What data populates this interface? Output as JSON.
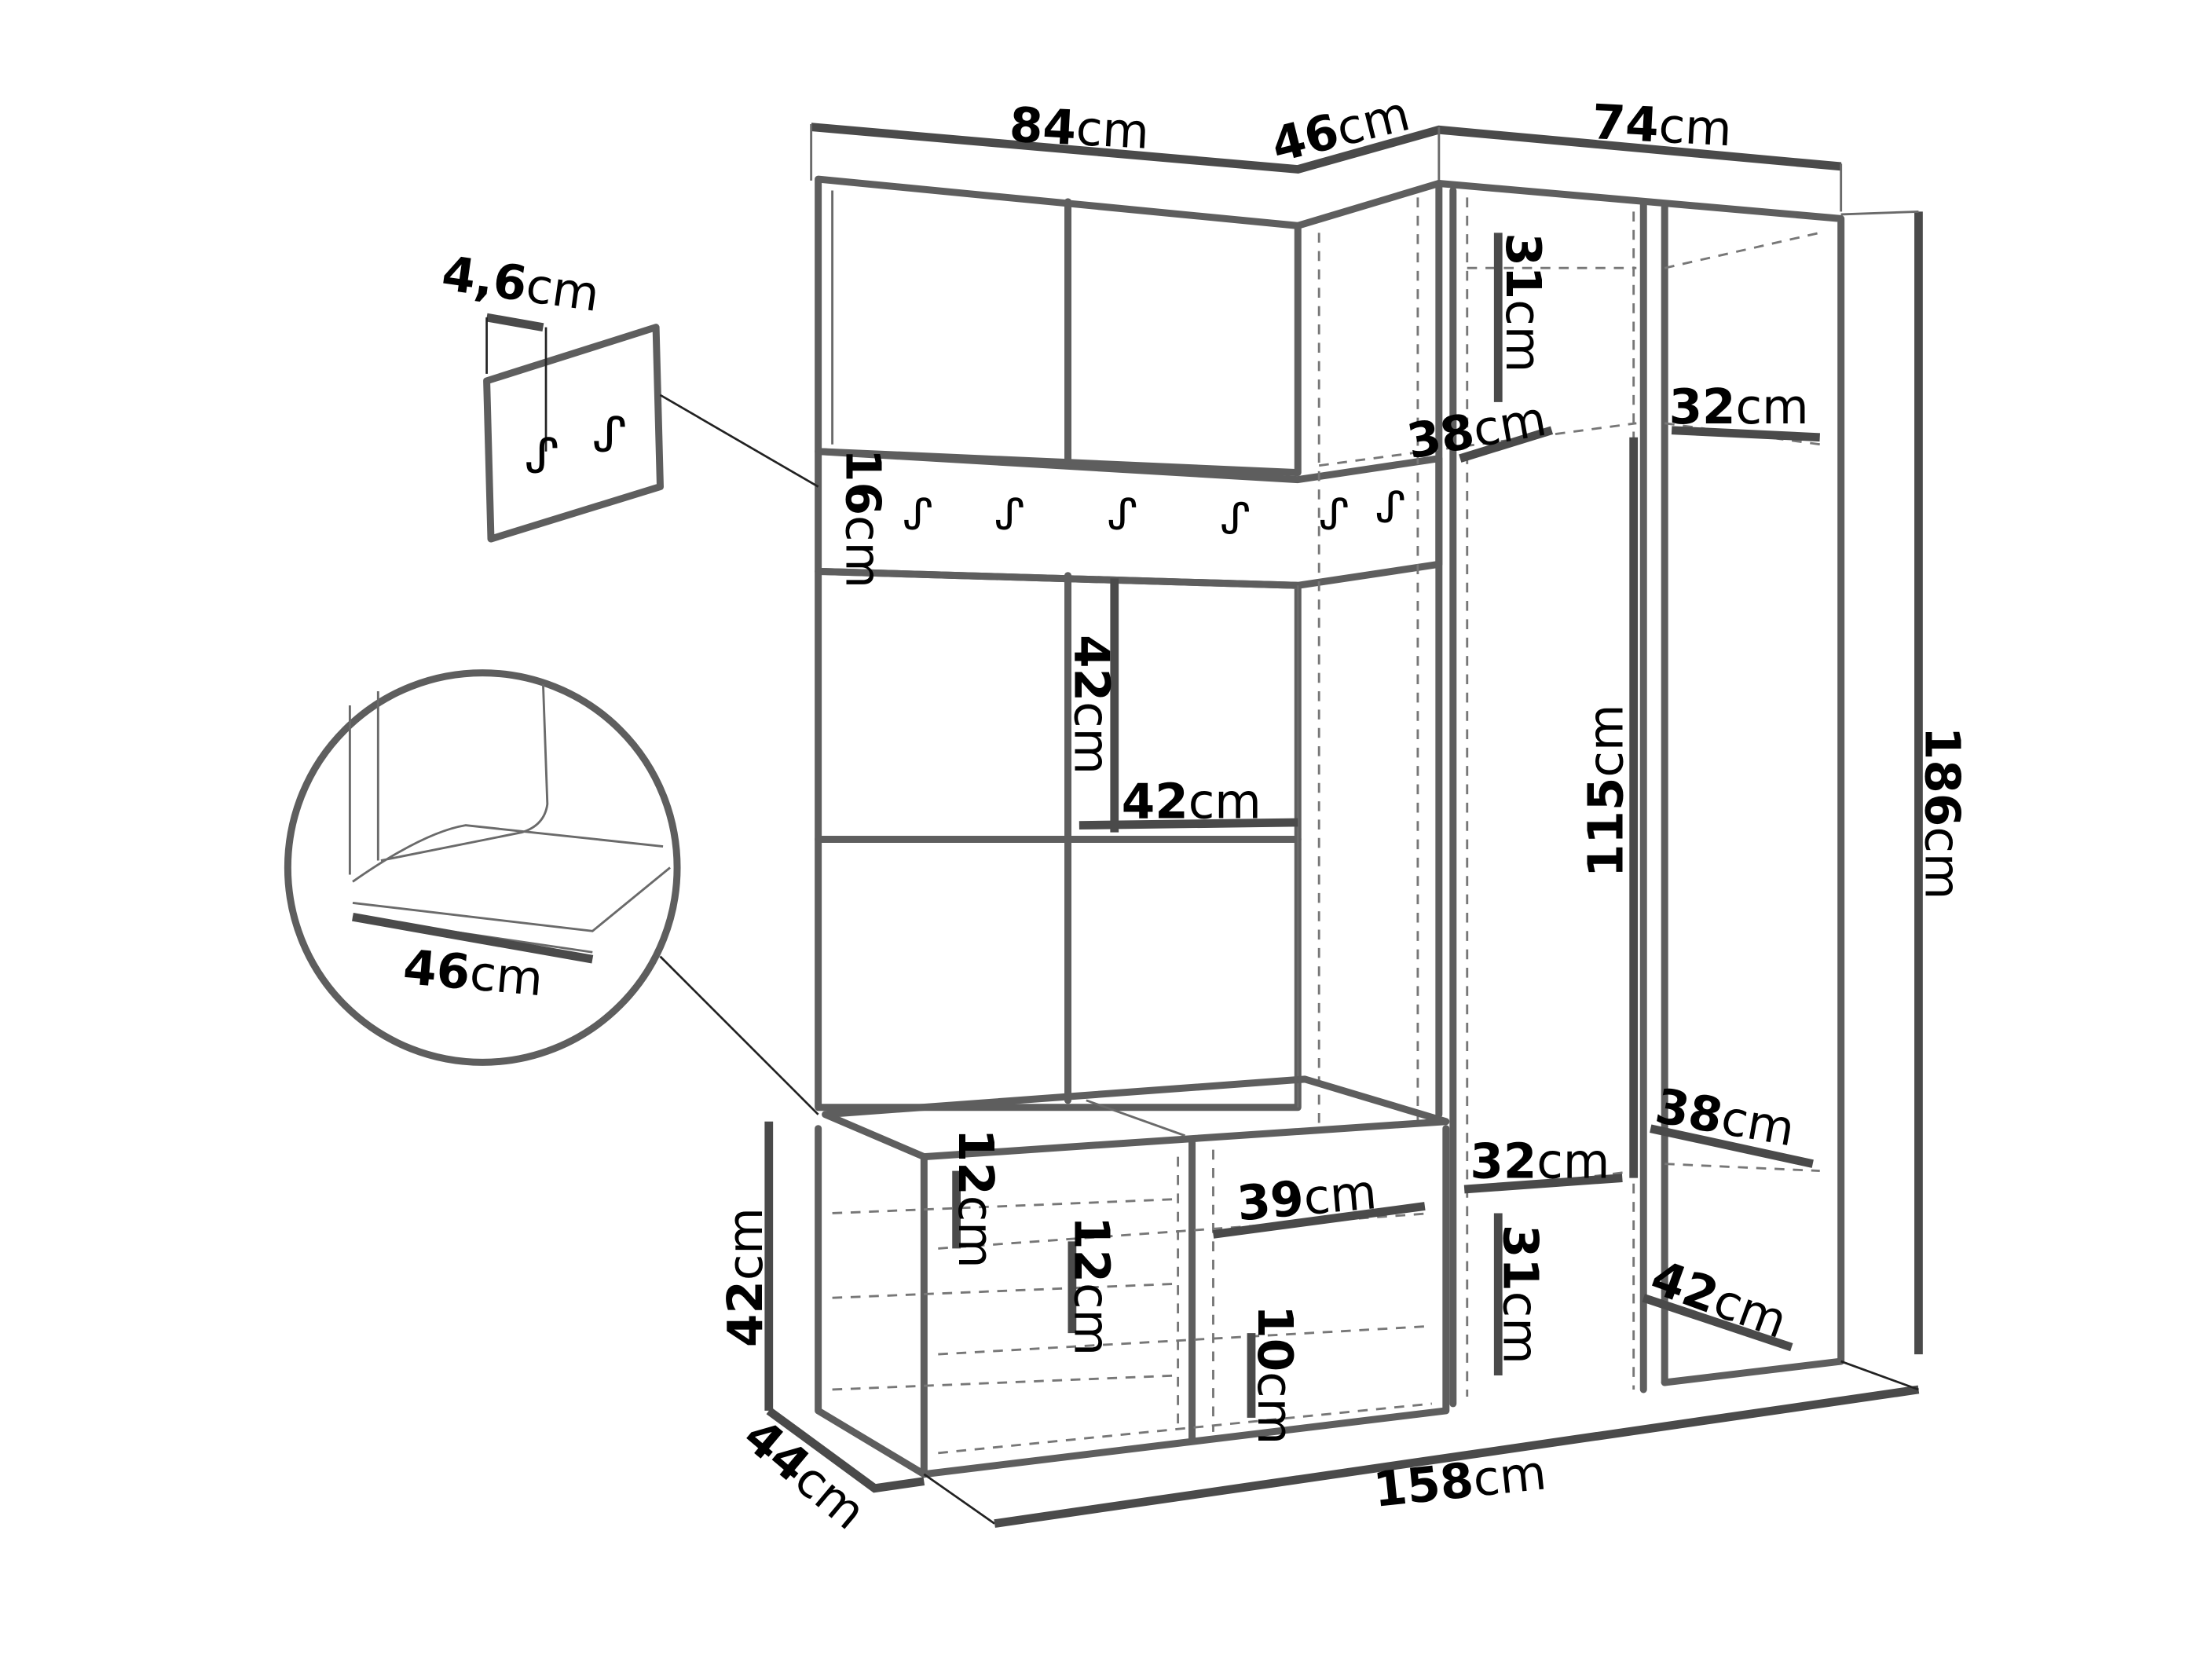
{
  "title": "Hallway furniture set dimensions",
  "unit": "cm",
  "colors": {
    "line": "#5e5e5e",
    "text": "#000000",
    "background": "#ffffff"
  },
  "dimensions": {
    "top_left_width": "84",
    "top_corner_width": "46",
    "top_right_width": "74",
    "hook_panel_depth": "4,6",
    "hook_rail_height": "16",
    "wardrobe_top_compartment": "31",
    "wardrobe_top_shelf_width": "38",
    "wardrobe_right_top_shelf": "32",
    "panel_height": "42",
    "panel_width": "42",
    "wardrobe_hanging_height": "115",
    "total_height": "186",
    "seat_cushion_width": "46",
    "bench_drawer_height_1": "12",
    "bench_drawer_height_2": "12",
    "bench_shelf_width": "39",
    "bench_bottom_height": "10",
    "wardrobe_bottom_shelf_width": "32",
    "wardrobe_bottom_compartment": "31",
    "wardrobe_right_bottom_shelf": "38",
    "wardrobe_right_base_depth": "42",
    "bench_height": "42",
    "bench_depth": "44",
    "total_width": "158"
  }
}
